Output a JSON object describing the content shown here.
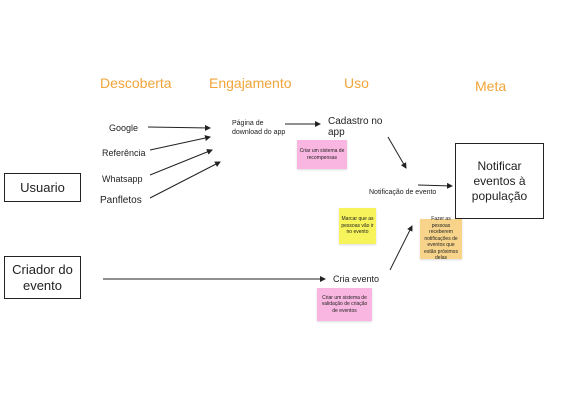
{
  "stages": {
    "descoberta": "Descoberta",
    "engajamento": "Engajamento",
    "uso": "Uso",
    "meta": "Meta"
  },
  "actors": {
    "usuario": "Usuario",
    "criador": "Criador do evento"
  },
  "sources": {
    "google": "Google",
    "referencia": "Referência",
    "whatsapp": "Whatsapp",
    "panfletos": "Panfletos"
  },
  "nodes": {
    "pagina_download": "Página de download do app",
    "cadastro": "Cadastro no app",
    "notificacao": "Notificação de evento",
    "cria_evento": "Cria evento",
    "meta_box": "Notificar eventos à população"
  },
  "notes": {
    "recompensas": "Criar um sistema de recompensas",
    "marcar": "Marcar que as pessoas vão ir no evento",
    "notificacoes": "Fazer as pessoas receberem notificações de eventos que estão próximos delas",
    "validacao": "Criar um sistema de validação de criação de eventos"
  },
  "colors": {
    "header": "#f2a43a",
    "note_pink": "#f9b6e0",
    "note_yellow": "#f6f45a",
    "note_orange": "#f8d48a"
  }
}
